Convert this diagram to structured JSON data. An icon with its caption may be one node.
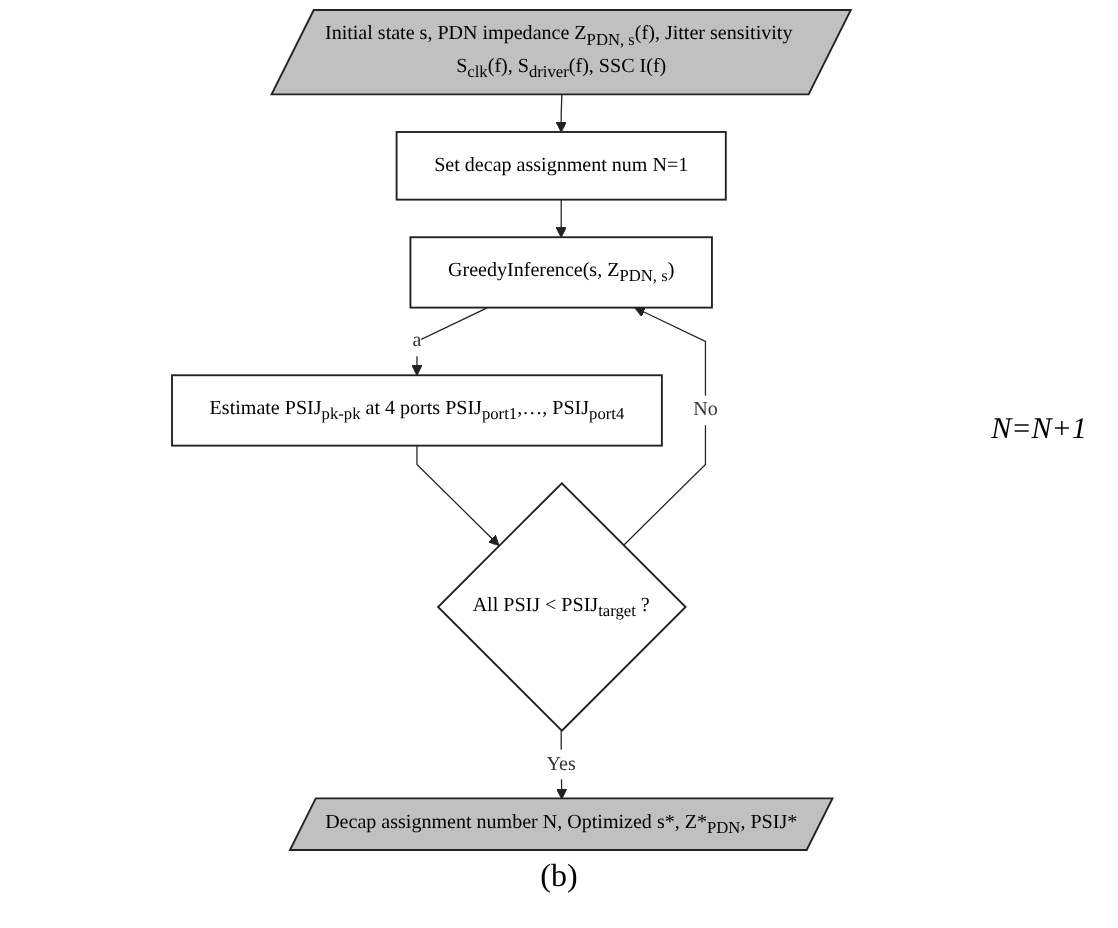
{
  "diagram": {
    "caption": "(b)",
    "nodes": [
      {
        "text": [
          "Initial state s, PDN impedance Z$_{PDN, s}$(f), Jitter sensitivity S$_{clk}$(f), S$_{driver}$(f), SSC I(f)"
        ]
      },
      {
        "text": [
          "Set decap assignment num N=1"
        ]
      },
      {
        "text": [
          "GreedyInference(s, Z$_{PDN, s}$)"
        ]
      },
      {
        "text": [
          "Estimate PSIJ$_{pk-pk}$ at 4 ports PSIJ$_{port1}$,…, PSIJ$_{port4}$"
        ]
      },
      {
        "text": [
          "All PSIJ < PSIJ$_{target}$ ?"
        ]
      },
      {
        "text": [
          "Decap assignment number N, Optimized s*, Z*$_{PDN}$, PSIJ*"
        ]
      }
    ],
    "edges": [
      {
        "from": 0,
        "to": 1,
        "arrow": "to"
      },
      {
        "from": 1,
        "to": 2,
        "arrow": "to"
      },
      {
        "from": 2,
        "to": 3,
        "label": "a",
        "arrow": "to"
      },
      {
        "from": 3,
        "to": 4,
        "arrow": "to"
      },
      {
        "from": 4,
        "to": 2,
        "label": "No",
        "arrow": "to"
      },
      {
        "from": 4,
        "to": 5,
        "label": "Yes",
        "arrow": "to"
      }
    ],
    "labels": [
      "N=N+1"
    ]
  }
}
